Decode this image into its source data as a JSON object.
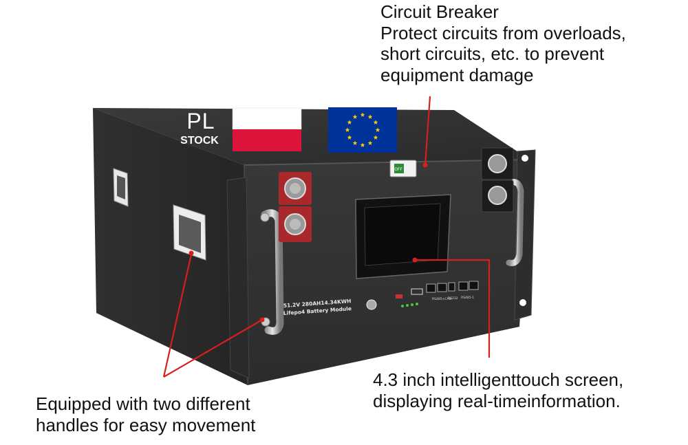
{
  "callouts": {
    "circuit_breaker": {
      "lines": [
        "Circuit Breaker",
        "Protect circuits from overloads,",
        "short circuits, etc. to prevent",
        "equipment damage"
      ]
    },
    "touch_screen": {
      "lines": [
        "4.3 inch intelligenttouch screen,",
        "displaying real-timeinformation."
      ]
    },
    "handles": {
      "lines": [
        "Equipped with two different",
        "handles for easy movement"
      ]
    }
  },
  "badge": {
    "country": "PL",
    "stock": "STOCK"
  },
  "device": {
    "label_line1": "51.2V 280AH14.34KWH",
    "label_line2": "Lifepo4 Battery Module",
    "breaker_mark": "OFF",
    "port_labels": [
      "RS485+CAN",
      "RS232",
      "RS485-1"
    ]
  },
  "colors": {
    "body_dark": "#2b2b2b",
    "panel": "#343434",
    "accent_red": "#d81e1e",
    "terminal_red": "#a8282b",
    "flag_red": "#dc143c",
    "eu_blue": "#003399",
    "eu_star": "#ffcc00"
  },
  "icons": [
    "poland-flag-icon",
    "eu-flag-icon"
  ]
}
